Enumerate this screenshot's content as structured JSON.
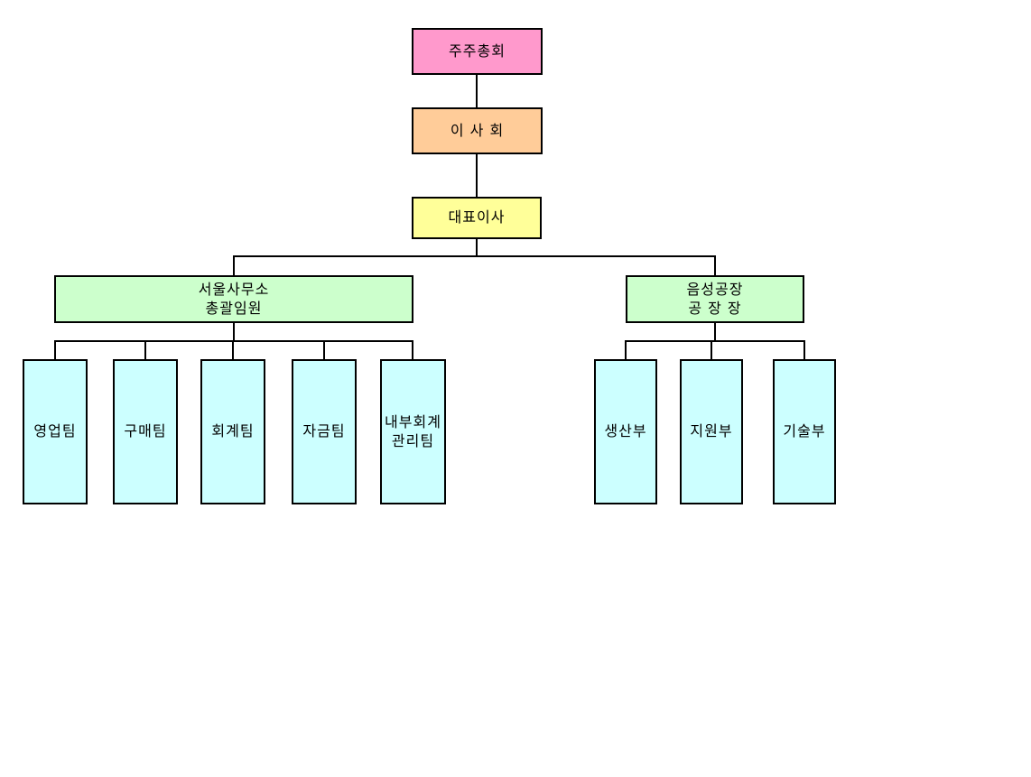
{
  "page": {
    "background_color": "#FFFFFF",
    "line_color": "#000000",
    "text_color": "#000000"
  },
  "org_chart": {
    "nodes": {
      "shareholders": {
        "label": "주주총회",
        "bg": "#FF99CC"
      },
      "board": {
        "label": "이 사 회",
        "bg": "#FFCC99"
      },
      "ceo": {
        "label": "대표이사",
        "bg": "#FFFF99"
      },
      "seoul_office": {
        "label": "서울사무소\n총괄임원",
        "bg": "#CCFFCC"
      },
      "factory": {
        "label": "음성공장\n공 장 장",
        "bg": "#CCFFCC"
      },
      "seoul_teams": [
        {
          "label": "영업팀",
          "bg": "#CCFFFF"
        },
        {
          "label": "구매팀",
          "bg": "#CCFFFF"
        },
        {
          "label": "회계팀",
          "bg": "#CCFFFF"
        },
        {
          "label": "자금팀",
          "bg": "#CCFFFF"
        },
        {
          "label": "내부회계\n관리팀",
          "bg": "#CCFFFF"
        }
      ],
      "factory_departments": [
        {
          "label": "생산부",
          "bg": "#CCFFFF"
        },
        {
          "label": "지원부",
          "bg": "#CCFFFF"
        },
        {
          "label": "기술부",
          "bg": "#CCFFFF"
        }
      ]
    }
  }
}
